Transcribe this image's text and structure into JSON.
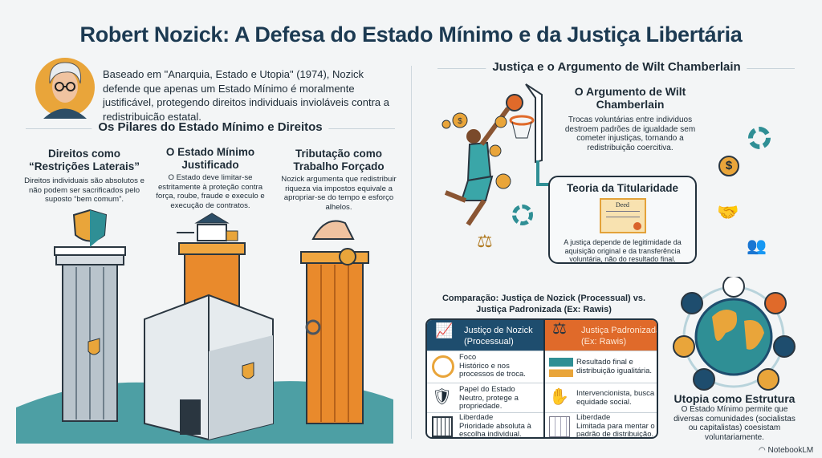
{
  "title": "Robert Nozick: A Defesa do Estado Mínimo e da Justiça Libertária",
  "intro": "Baseado em \"Anarquia, Estado e Utopia\" (1974), Nozick defende que apenas um Estado Mínimo é moralmente justificável, protegendo direitos individuais invioláveis contra a redistribuição estatal.",
  "pillars": {
    "heading": "Os Pilares do Estado Mínimo e Direitos",
    "items": [
      {
        "title": "Direitos como “Restrições Laterais”",
        "body": "Direitos individuais são absolutos e não podem ser sacrificados pelo suposto “bem comum”."
      },
      {
        "title": "O Estado Mínimo Justificado",
        "body": "O Estado deve limitar-se estritamente à proteção contra força, roube, fraude e execulo e execução de contratos."
      },
      {
        "title": "Tributação como Trabalho Forçado",
        "body": "Nozick argumenta que redistribuir riqueza via impostos equivale a apropriar-se do tempo e esforço alhelos."
      }
    ]
  },
  "justice": {
    "heading": "Justiça e o Argumento de Wilt Chamberlain",
    "wilt_title": "O Argumento de Wilt Chamberlain",
    "wilt_body": "Trocas voluntárias entre individuos destroem padrões de igualdade sem cometer injustiças, tornando a redistribuição coercitiva.",
    "entitlement_title": "Teoria da Titularidade",
    "deed_label": "Deed",
    "entitlement_body": "A justiça depende de legitimidade da aquisição original e da transferência voluntária, não do resultado final."
  },
  "comparison": {
    "title": "Comparação: Justiça de Nozick (Processual) vs. Justiça Padronizada (Ex: Rawis)",
    "headers": [
      "Justiço de Nozick (Processual)",
      "Justiça Padronizada (Ex: Rawis)"
    ],
    "rows": [
      {
        "left": "Foco\nHistórico e nos processos de troca.",
        "right": "Resultado final e distribuição igualitária."
      },
      {
        "left": "Papel do Estado\nNeutro, protege a propriedade.",
        "right": "Intervencionista, busca equidade social."
      },
      {
        "left": "Liberdade\nPrioridade absoluta à escolha individual.",
        "right": "Liberdade\nLimitada para mentar o padrão de distribuição."
      }
    ],
    "colors": {
      "left": "#1e4d6e",
      "right": "#e06a2a"
    }
  },
  "utopia": {
    "title": "Utopia como Estrutura",
    "body": "O Estado Mínimo permite que diversas comunidades (socialistas ou capitalistas) coesistam voluntariamente."
  },
  "brand": "NotebookLM"
}
